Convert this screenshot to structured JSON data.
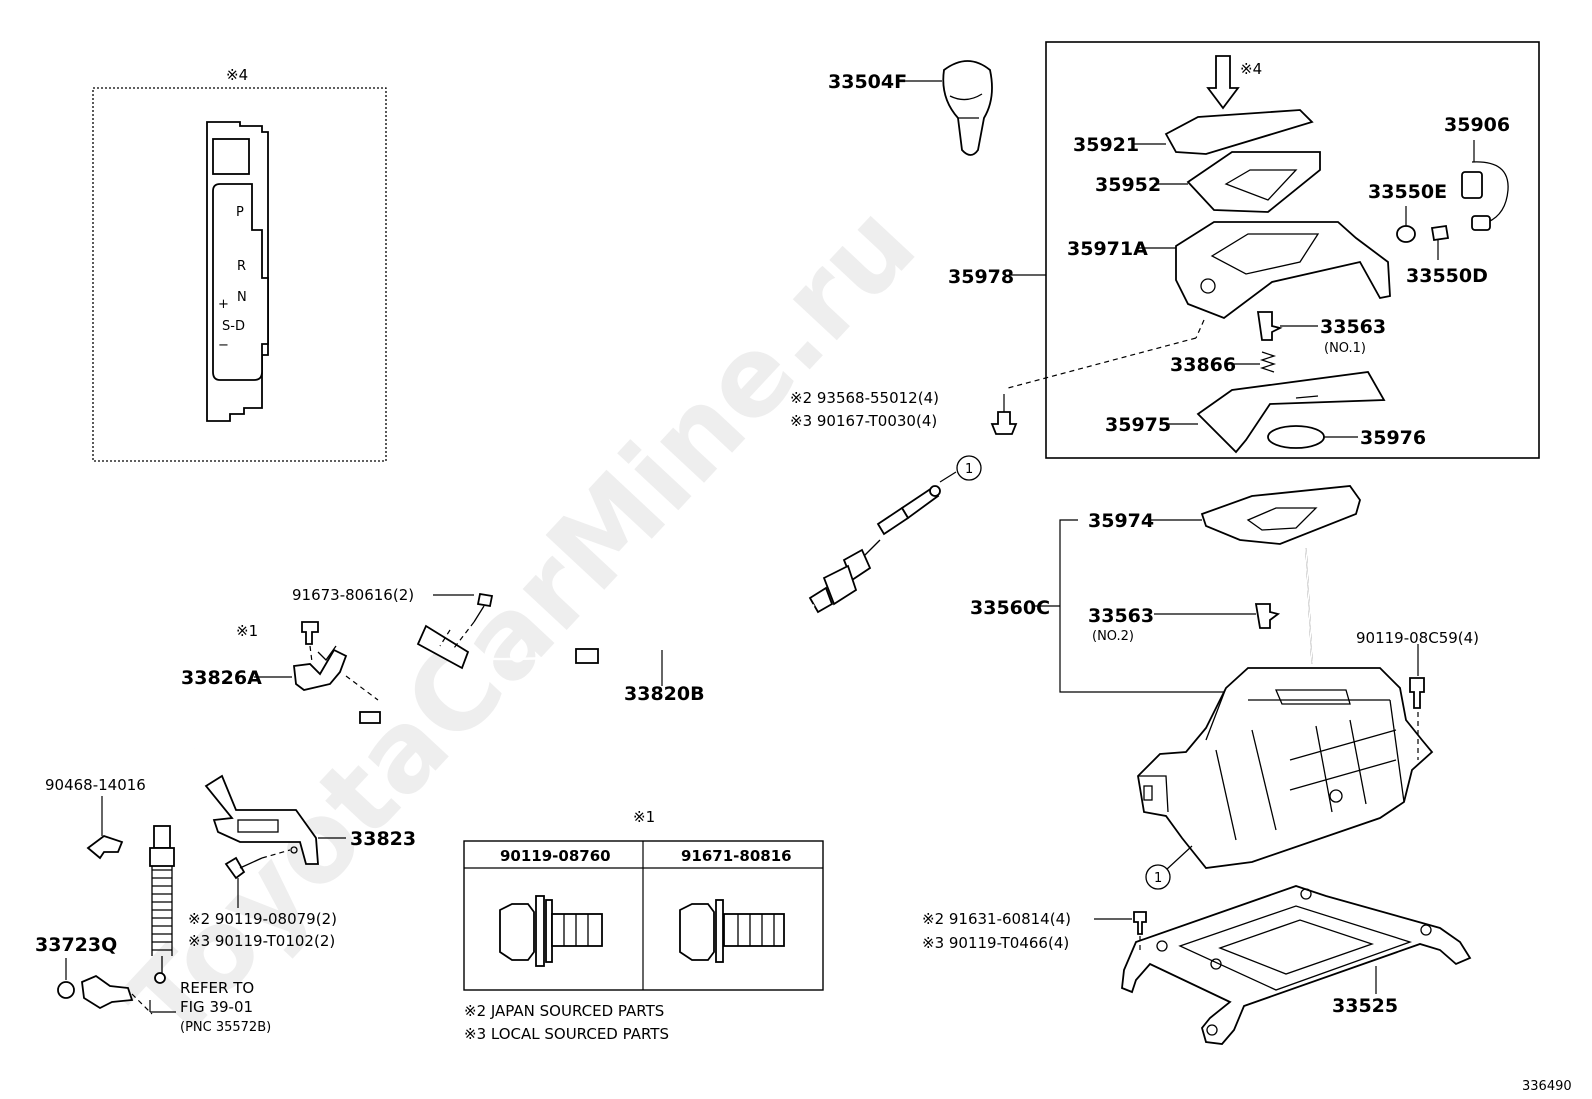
{
  "watermark": "ToyotaCarMine.ru",
  "figure_id": "336490",
  "inset": {
    "note": "※4",
    "positions": [
      "P",
      "R",
      "N",
      "S-D"
    ],
    "plus": "+",
    "minus": "−"
  },
  "callout": "1",
  "parts": {
    "knob": "33504F",
    "upper_note": "※4",
    "p35921": "35921",
    "p35952": "35952",
    "p35906": "35906",
    "p33550E": "33550E",
    "p33550D": "33550D",
    "p35971A": "35971A",
    "p35978": "35978",
    "p33563a": "33563",
    "no1": "(NO.1)",
    "p33866": "33866",
    "p35975": "35975",
    "p35976": "35976",
    "screw_a": "※2 93568-55012(4)",
    "screw_b": "※3 90167-T0030(4)",
    "p35974": "35974",
    "p33560C": "33560C",
    "p33563b": "33563",
    "no2": "(NO.2)",
    "bolt_c": "90119-08C59(4)",
    "bolt_d": "91673-80616(2)",
    "note1": "※1",
    "p33826A": "33826A",
    "p33820B": "33820B",
    "p90468": "90468-14016",
    "p33823": "33823",
    "bolt_e": "※2 90119-08079(2)",
    "bolt_f": "※3 90119-T0102(2)",
    "p33723Q": "33723Q",
    "refer1": "REFER TO",
    "refer2": "FIG 39-01",
    "refer3": "(PNC 35572B)",
    "bolt_g": "※2 91631-60814(4)",
    "bolt_h": "※3 90119-T0466(4)",
    "p33525": "33525"
  },
  "table": {
    "note": "※1",
    "col1": "90119-08760",
    "col2": "91671-80816",
    "legend1": "※2 JAPAN SOURCED PARTS",
    "legend2": "※3 LOCAL SOURCED PARTS"
  }
}
